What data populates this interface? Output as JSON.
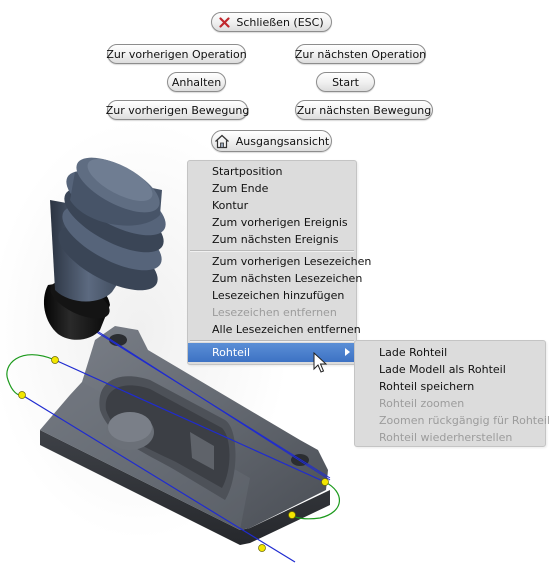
{
  "toolbar": {
    "close": "Schließen (ESC)",
    "prev_operation": "Zur vorherigen Operation",
    "next_operation": "Zur nächsten Operation",
    "pause": "Anhalten",
    "start": "Start",
    "prev_move": "Zur vorherigen Bewegung",
    "next_move": "Zur nächsten Bewegung",
    "home_view": "Ausgangsansicht"
  },
  "context_menu": {
    "group1": [
      "Startposition",
      "Zum Ende",
      "Kontur",
      "Zum vorherigen Ereignis",
      "Zum nächsten Ereignis"
    ],
    "group2": [
      "Zum vorherigen Lesezeichen",
      "Zum nächsten Lesezeichen",
      "Lesezeichen hinzufügen"
    ],
    "bookmark_remove": "Lesezeichen entfernen",
    "bookmark_remove_all": "Alle Lesezeichen entfernen",
    "stock": "Rohteil"
  },
  "submenu": {
    "load_stock": "Lade Rohteil",
    "load_model_as_stock": "Lade Modell als Rohteil",
    "save_stock": "Rohteil speichern",
    "zoom_stock": "Rohteil zoomen",
    "undo_zoom_stock": "Zoomen rückgängig für Rohteil",
    "restore_stock": "Rohteil wiederherstellen"
  },
  "colors": {
    "close_icon": "#c0272d",
    "menu_highlight": "#3d72c4",
    "toolpath_line": "#1f2bd0",
    "toolpath_arc": "#1c9a1c",
    "control_point": "#f2e600",
    "part_body": "#5c6068"
  },
  "icons": {
    "close": "close-x-icon",
    "home": "home-icon",
    "submenu": "chevron-right-icon",
    "cursor": "mouse-pointer-icon"
  }
}
